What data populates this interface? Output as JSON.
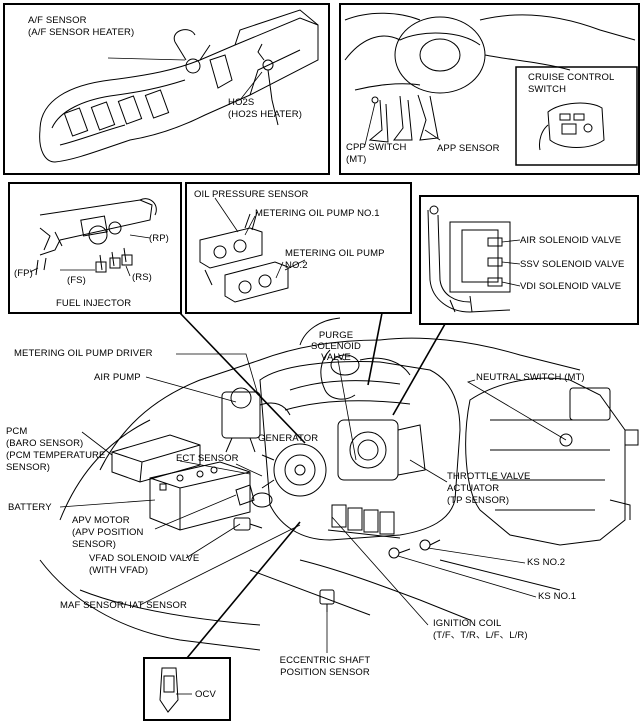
{
  "labels": {
    "af_sensor_1": "A/F SENSOR",
    "af_sensor_2": "(A/F SENSOR HEATER)",
    "ho2s_1": "HO2S",
    "ho2s_2": "(HO2S HEATER)",
    "cpp_1": "CPP SWITCH",
    "cpp_2": "(MT)",
    "app": "APP SENSOR",
    "cruise_1": "CRUISE CONTROL",
    "cruise_2": "SWITCH",
    "rp": "(RP)",
    "fp": "(FP)",
    "fs": "(FS)",
    "rs": "(RS)",
    "fuel_injector": "FUEL INJECTOR",
    "oil_pressure": "OIL PRESSURE SENSOR",
    "mop1": "METERING OIL PUMP NO.1",
    "mop2_1": "METERING OIL PUMP",
    "mop2_2": "NO.2",
    "air_solenoid": "AIR SOLENOID VALVE",
    "ssv_solenoid": "SSV SOLENOID VALVE",
    "vdi_solenoid": "VDI SOLENOID VALVE",
    "mop_driver": "METERING OIL PUMP DRIVER",
    "purge_1": "PURGE",
    "purge_2": "SOLENOID",
    "purge_3": "VALVE",
    "neutral": "NEUTRAL SWITCH (MT)",
    "air_pump": "AIR PUMP",
    "pcm_1": "PCM",
    "pcm_2": "(BARO SENSOR)",
    "pcm_3": "(PCM TEMPERATURE",
    "pcm_4": "SENSOR)",
    "generator": "GENERATOR",
    "ect": "ECT SENSOR",
    "battery": "BATTERY",
    "throttle_1": "THROTTLE VALVE",
    "throttle_2": "ACTUATOR",
    "throttle_3": "(TP SENSOR)",
    "apv_1": "APV MOTOR",
    "apv_2": "(APV POSITION",
    "apv_3": "SENSOR)",
    "vfad_1": "VFAD SOLENOID VALVE",
    "vfad_2": "(WITH VFAD)",
    "ks2": "KS NO.2",
    "ks1": "KS NO.1",
    "maf": "MAF SENSOR/ IAT SENSOR",
    "ignition_1": "IGNITION COIL",
    "ignition_2": "(T/F、T/R、L/F、L/R)",
    "ecc_1": "ECCENTRIC SHAFT",
    "ecc_2": "POSITION SENSOR",
    "ocv": "OCV"
  }
}
